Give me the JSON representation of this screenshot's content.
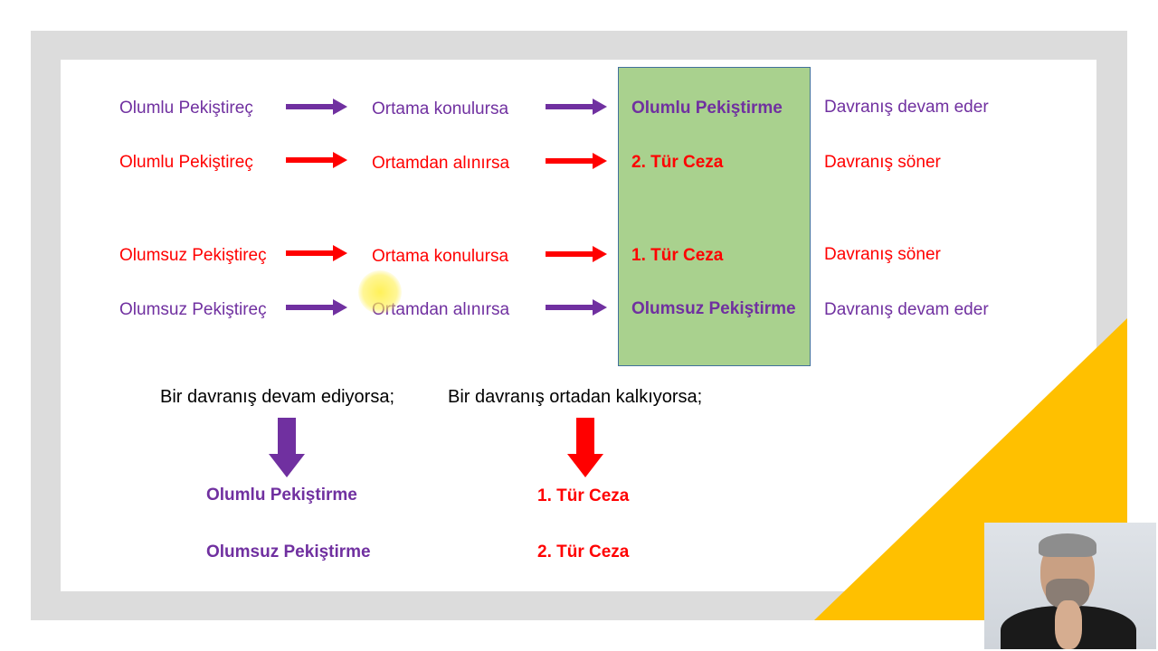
{
  "rows": [
    {
      "source": "Olumlu Pekiştireç",
      "action": "Ortama konulursa",
      "result": "Olumlu Pekiştirme",
      "outcome": "Davranış devam eder",
      "color": "#7030a0"
    },
    {
      "source": "Olumlu Pekiştireç",
      "action": "Ortamdan alınırsa",
      "result": "2. Tür Ceza",
      "outcome": "Davranış söner",
      "color": "#ff0000"
    },
    {
      "source": "Olumsuz Pekiştireç",
      "action": "Ortama konulursa",
      "result": "1. Tür Ceza",
      "outcome": "Davranış söner",
      "color": "#ff0000"
    },
    {
      "source": "Olumsuz Pekiştireç",
      "action": "Ortamdan alınırsa",
      "result": "Olumsuz Pekiştirme",
      "outcome": "Davranış devam eder",
      "color": "#7030a0"
    }
  ],
  "bottom": {
    "left": {
      "heading": "Bir davranış devam ediyorsa;",
      "items": [
        "Olumlu Pekiştirme",
        "Olumsuz Pekiştirme"
      ],
      "color": "#7030a0"
    },
    "right": {
      "heading": "Bir davranış ortadan kalkıyorsa;",
      "items": [
        "1. Tür Ceza",
        "2. Tür Ceza"
      ],
      "color": "#ff0000"
    }
  },
  "colors": {
    "purple": "#7030a0",
    "red": "#ff0000",
    "box_green": "#a9d18e",
    "accent_yellow": "#ffc000",
    "frame_gray": "#dcdcdc"
  }
}
